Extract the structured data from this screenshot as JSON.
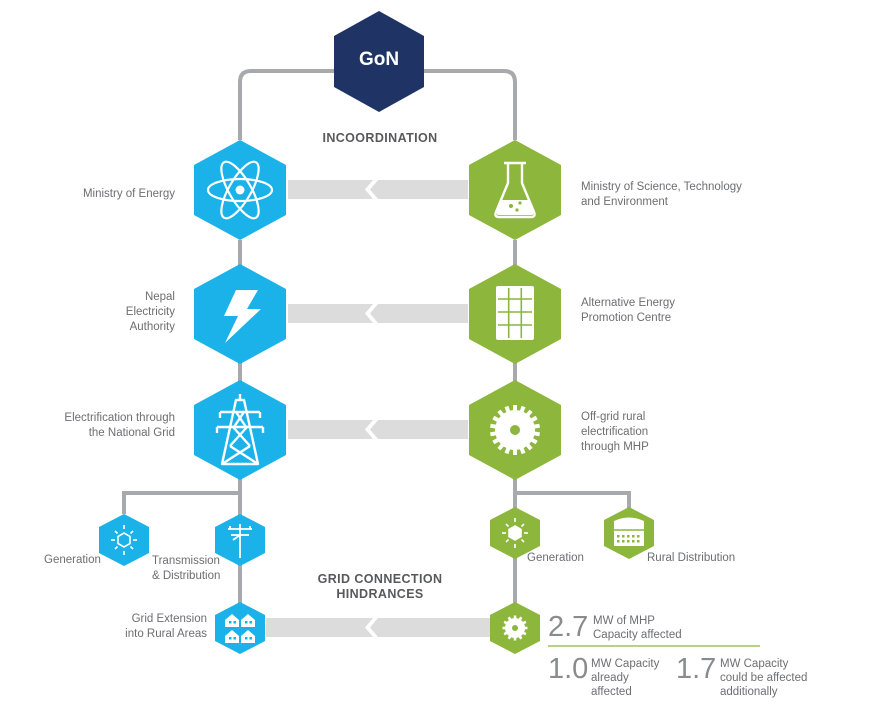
{
  "colors": {
    "blue": "#1ab2e8",
    "green": "#8cb63c",
    "navy": "#1f3464",
    "connector": "#a7a9ac",
    "bar": "#dcdcdc",
    "divider_line": "#8cb63c"
  },
  "top": {
    "gon_label": "GoN",
    "incoordination_heading": "INCOORDINATION"
  },
  "left_column": {
    "ministry_of_energy": {
      "label": "Ministry of Energy",
      "icon": "atom-icon"
    },
    "nepal_electricity_authority": {
      "label": "Nepal\nElectricity\nAuthority",
      "icon": "lightning-bolt-icon"
    },
    "national_grid": {
      "label": "Electrification through\nthe National Grid",
      "icon": "transmission-tower-icon"
    },
    "generation": {
      "label": "Generation",
      "icon": "sun-icon"
    },
    "transmission": {
      "label": "Transmission\n& Distribution",
      "icon": "utility-pole-icon"
    },
    "grid_extension": {
      "label": "Grid Extension\ninto Rural Areas",
      "icon": "houses-icon"
    }
  },
  "right_column": {
    "mostE": {
      "label": "Ministry of Science, Technology\nand Environment",
      "icon": "flask-icon"
    },
    "aepc": {
      "label": "Alternative Energy\nPromotion Centre",
      "icon": "solar-panel-icon"
    },
    "off_grid": {
      "label": "Off-grid rural\nelectrification\nthrough MHP",
      "icon": "gear-wheel-icon"
    },
    "generation": {
      "label": "Generation",
      "icon": "sun-icon"
    },
    "rural_distribution": {
      "label": "Rural Distribution",
      "icon": "building-icon"
    },
    "mhp": {
      "icon": "gear-wheel-icon"
    }
  },
  "grid_connection_heading": "GRID CONNECTION\nHINDRANCES",
  "stats": {
    "main_value": "2.7",
    "main_text": "MW of MHP\nCapacity affected",
    "already_value": "1.0",
    "already_text": "MW Capacity\nalready\naffected",
    "could_value": "1.7",
    "could_text": "MW Capacity\ncould be affected\nadditionally"
  }
}
